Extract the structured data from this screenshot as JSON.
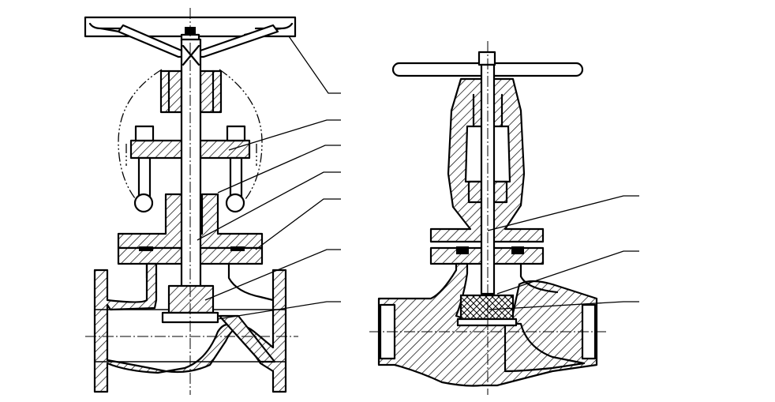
{
  "drawing": {
    "views": [
      "flanged-globe-valve-section",
      "welded-globe-valve-section"
    ],
    "left_leader_count": 7,
    "right_leader_count": 3,
    "line_color": "#000000",
    "background_color": "#ffffff"
  }
}
